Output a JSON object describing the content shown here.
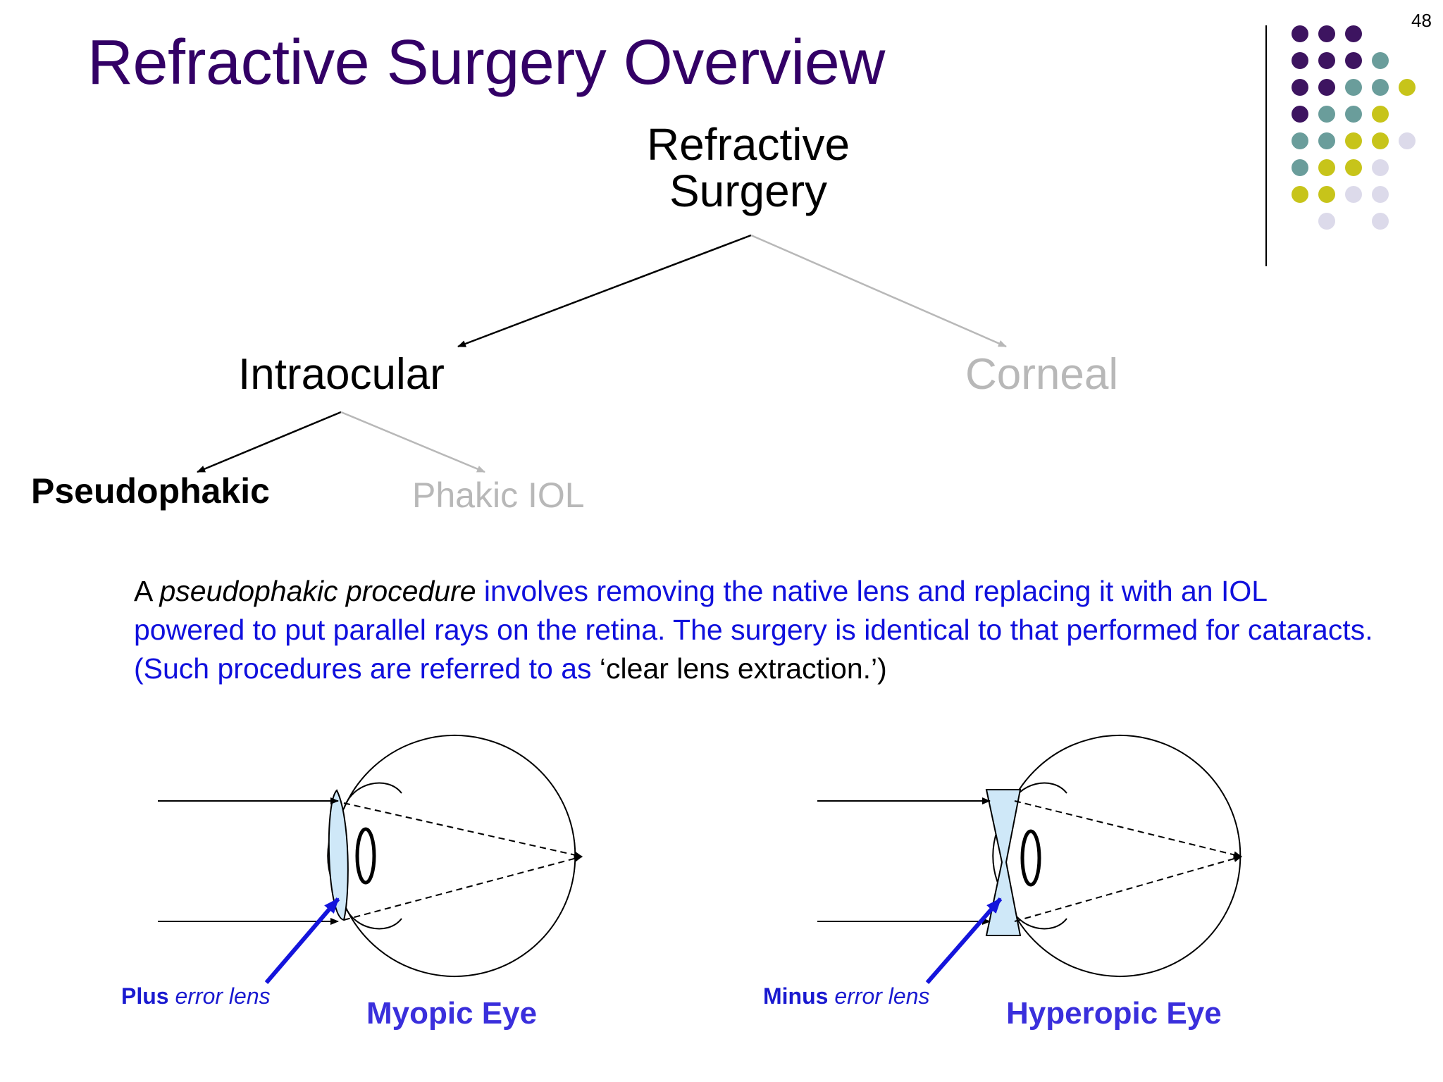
{
  "slide_number": "48",
  "title": "Refractive Surgery Overview",
  "tree": {
    "root": "Refractive Surgery",
    "left": "Intraocular",
    "right": "Corneal",
    "left_left": "Pseudophakic",
    "left_right": "Phakic IOL"
  },
  "description": {
    "p1": "A ",
    "p2": "pseudophakic procedure",
    "p3": " involves removing the native lens and replacing it with an IOL powered to put parallel rays on the retina. The surgery is identical to that performed for cataracts. (Such procedures are referred to as ",
    "p4": "‘clear lens extraction.’)"
  },
  "diagrams": {
    "myopic": {
      "caption": "Myopic Eye",
      "lens_strong": "Plus",
      "lens_rest": " error lens"
    },
    "hyperopic": {
      "caption": "Hyperopic Eye",
      "lens_strong": "Minus",
      "lens_rest": " error lens"
    }
  },
  "colors": {
    "title": "#330066",
    "active_node": "#000000",
    "inactive_node": "#b8b8b8",
    "description": "#1010dd",
    "caption": "#3a2fdc",
    "lens_fill": "#cfe8f8",
    "arrow": "#1414dc",
    "dot_purple": "#3d1460",
    "dot_teal": "#6a9d9b",
    "dot_yellow": "#c7c41a",
    "dot_lavender": "#dcdaea"
  }
}
